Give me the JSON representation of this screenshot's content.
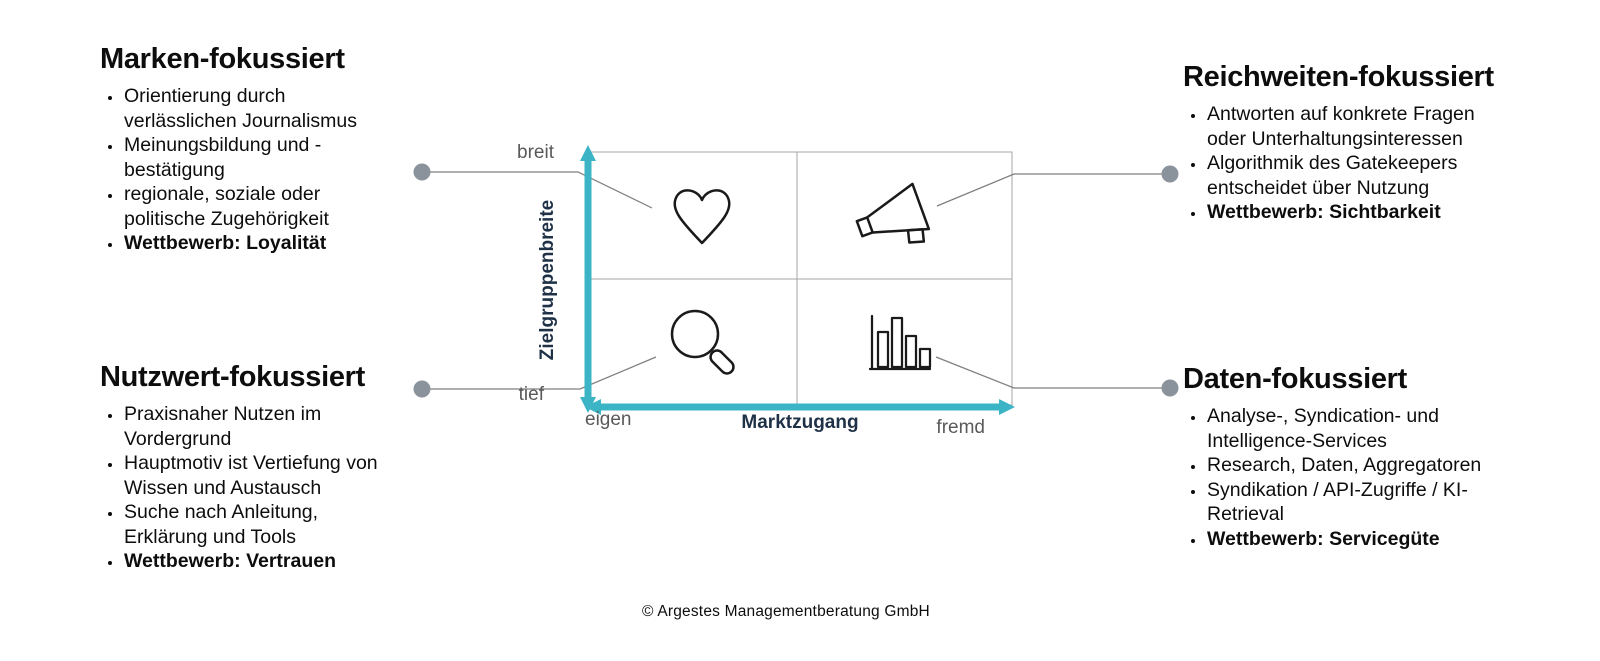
{
  "blocks": {
    "marken": {
      "title": "Marken-fokussiert",
      "bullets": [
        "Orientierung durch verlässlichen Journalismus",
        "Meinungsbildung und -bestätigung",
        "regionale, soziale oder politische Zugehörigkeit"
      ],
      "bold_bullet": "Wettbewerb: Loyalität"
    },
    "reichweiten": {
      "title": "Reichweiten-fokussiert",
      "bullets": [
        "Antworten auf konkrete Fragen oder Unterhaltungsinteressen",
        "Algorithmik des Gatekeepers entscheidet über Nutzung"
      ],
      "bold_bullet": "Wettbewerb: Sichtbarkeit"
    },
    "nutzwert": {
      "title": "Nutzwert-fokussiert",
      "bullets": [
        "Praxisnaher Nutzen im Vordergrund",
        "Hauptmotiv ist Vertiefung von Wissen und Austausch",
        "Suche nach Anleitung, Erklärung und Tools"
      ],
      "bold_bullet": "Wettbewerb: Vertrauen"
    },
    "daten": {
      "title": "Daten-fokussiert",
      "bullets": [
        "Analyse-, Syndication- und Intelligence-Services",
        "Research, Daten, Aggregatoren",
        "Syndikation / API-Zugriffe / KI-Retrieval"
      ],
      "bold_bullet": "Wettbewerb: Servicegüte"
    }
  },
  "matrix": {
    "y_axis": {
      "label": "Zielgruppenbreite",
      "top_label": "breit",
      "bottom_label": "tief"
    },
    "x_axis": {
      "label": "Marktzugang",
      "left_label": "eigen",
      "right_label": "fremd"
    },
    "quadrants": [
      {
        "position": "top-left",
        "icon": "heart-icon"
      },
      {
        "position": "top-right",
        "icon": "megaphone-icon"
      },
      {
        "position": "bottom-left",
        "icon": "magnifier-icon"
      },
      {
        "position": "bottom-right",
        "icon": "bar-chart-icon"
      }
    ]
  },
  "footer": {
    "copyright": "© Argestes Managementberatung GmbH"
  },
  "colors": {
    "accent_teal": "#3bb4c6",
    "axis_label_navy": "#1f3147",
    "tick_gray": "#595959",
    "dot_gray": "#8a939b",
    "connector_gray": "#7f7f7f",
    "grid_gray": "#a6a6a6",
    "icon_black": "#1a1a1a"
  }
}
